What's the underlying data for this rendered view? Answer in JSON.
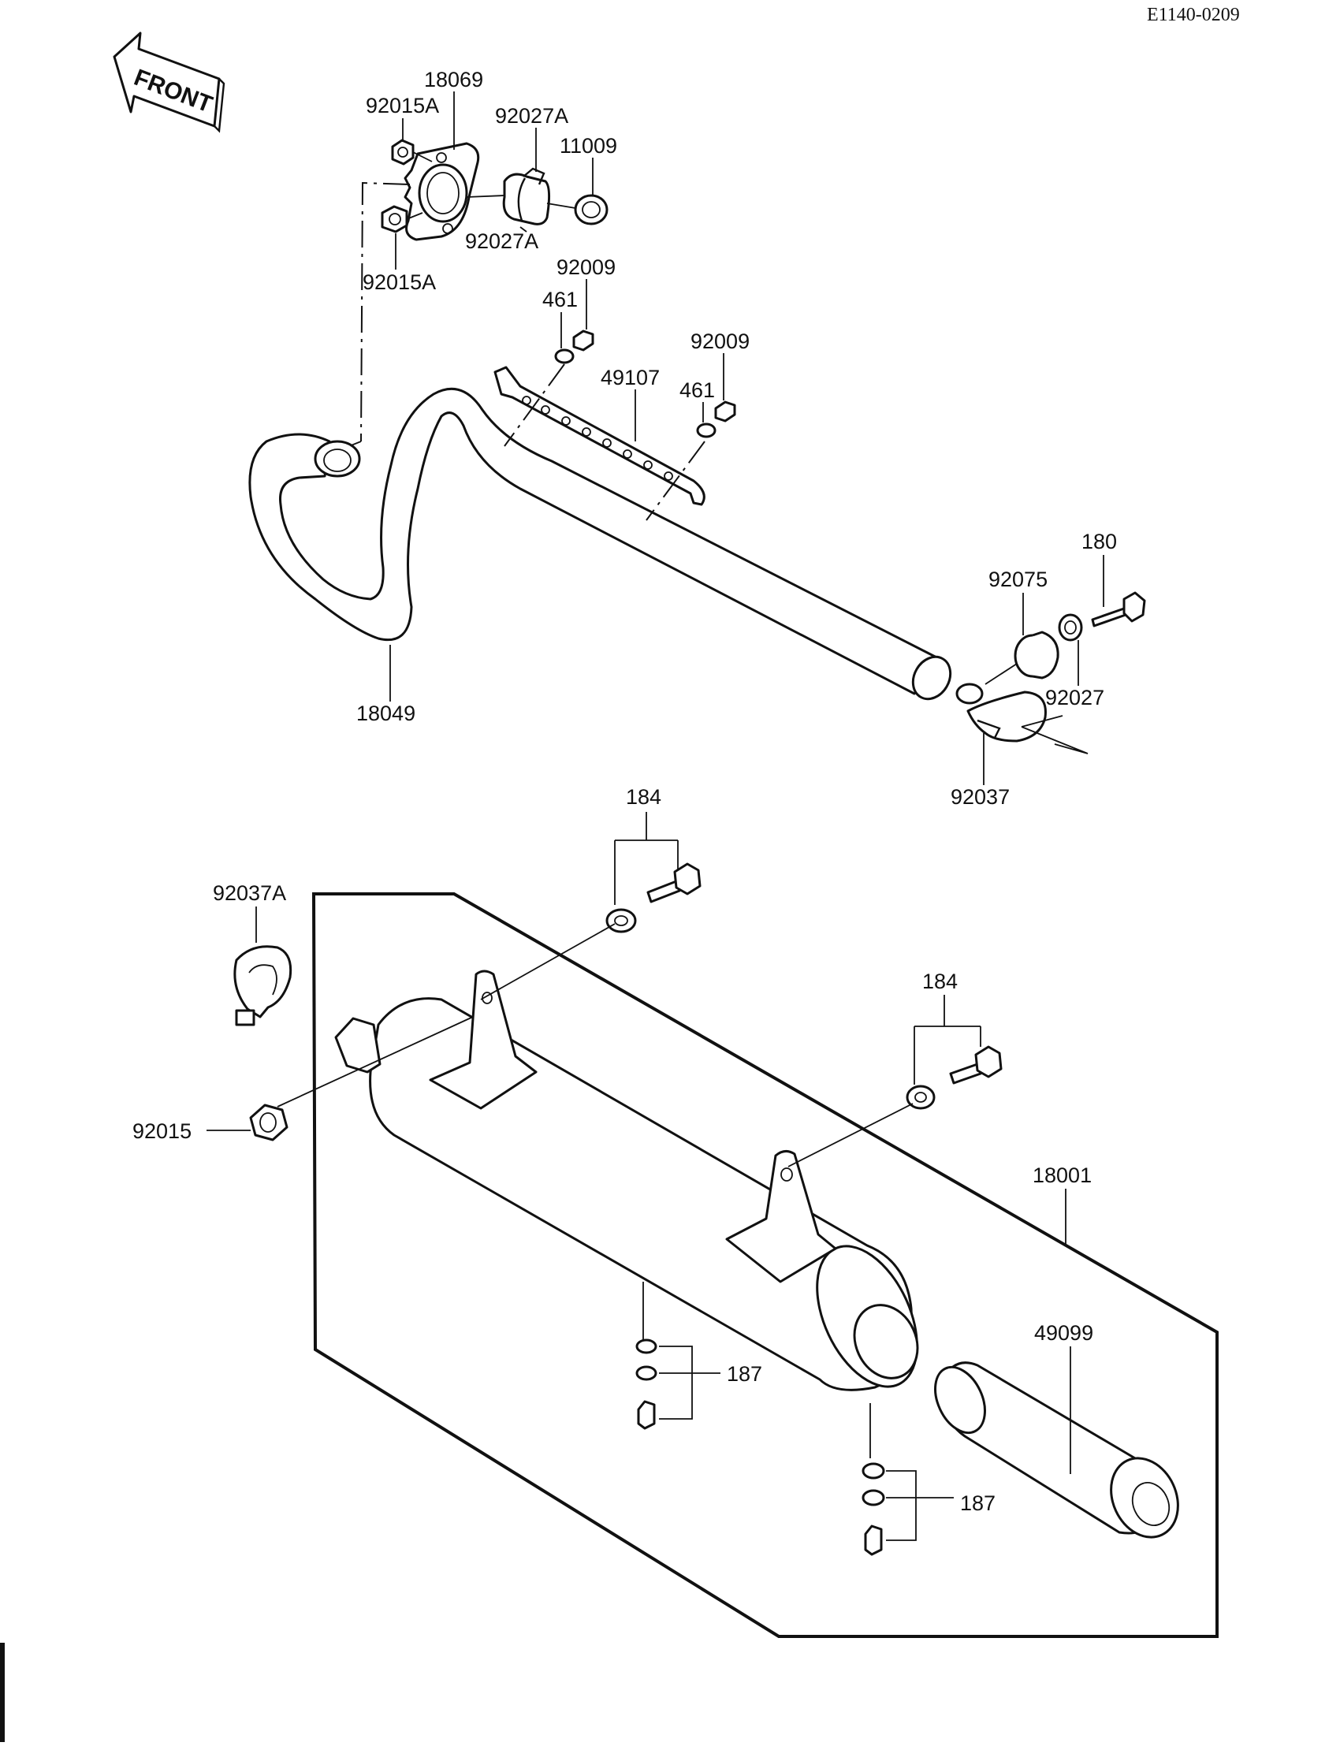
{
  "diagram_code": "E1140-0209",
  "front_label": "FRONT",
  "parts": {
    "p18069": "18069",
    "p92015A_top": "92015A",
    "p92027A_top": "92027A",
    "p11009": "11009",
    "p92027A_mid": "92027A",
    "p92015A_bottom": "92015A",
    "p92009_left": "92009",
    "p461_left": "461",
    "p92009_right": "92009",
    "p49107": "49107",
    "p461_right": "461",
    "p180": "180",
    "p92075": "92075",
    "p92027": "92027",
    "p18049": "18049",
    "p92037": "92037",
    "p184_top": "184",
    "p92037A": "92037A",
    "p184_mid": "184",
    "p92015": "92015",
    "p18001": "18001",
    "p49099": "49099",
    "p187_left": "187",
    "p187_right": "187"
  },
  "icons": [
    "front-arrow-icon",
    "exhaust-pipe",
    "muffler",
    "spark-arrester-insert",
    "clamp",
    "flange",
    "bolt",
    "washer",
    "nut"
  ]
}
